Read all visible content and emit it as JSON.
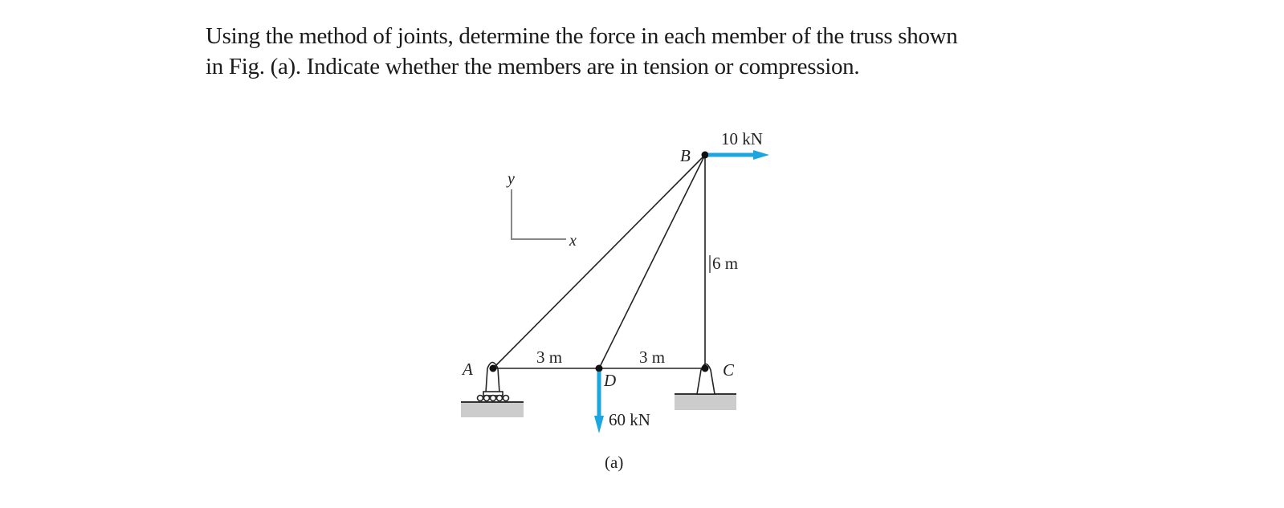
{
  "problem": {
    "line1": "Using the method of joints, determine the force in each member of the truss shown",
    "line2": "in Fig. (a). Indicate whether the members are in tension or compression."
  },
  "figure": {
    "caption": "(a)",
    "axes": {
      "x_label": "x",
      "y_label": "y"
    },
    "joints": {
      "A": "A",
      "B": "B",
      "C": "C",
      "D": "D"
    },
    "dimensions": {
      "AD": "3 m",
      "DC": "3 m",
      "BC": "6 m"
    },
    "loads": {
      "B": {
        "label": "10 kN",
        "direction": "right"
      },
      "D": {
        "label": "60 kN",
        "direction": "down"
      }
    },
    "colors": {
      "load_arrow": "#1ba6e0",
      "ground": "#cccccc",
      "member": "#222222"
    }
  }
}
